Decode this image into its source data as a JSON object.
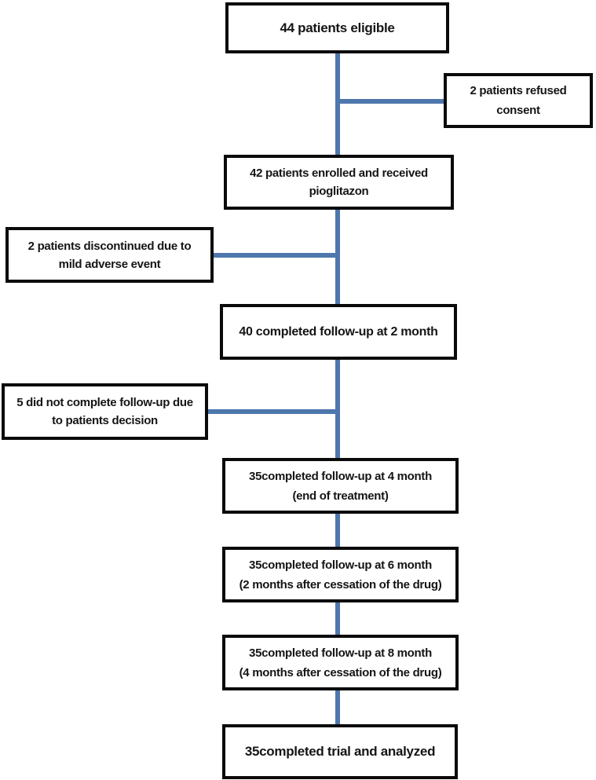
{
  "flowchart": {
    "kind": "patient-flow-diagram",
    "connector_color": "#4d77ad",
    "box_border_color": "#0a0a0a",
    "box_background": "#ffffff",
    "text_color": "#151515",
    "nodes": [
      {
        "id": "eligible",
        "lines": [
          "44 patients eligible",
          ""
        ]
      },
      {
        "id": "refused",
        "lines": [
          "2 patients refused",
          "consent"
        ]
      },
      {
        "id": "enrolled",
        "lines": [
          "42 patients  enrolled and received",
          "pioglitazon"
        ]
      },
      {
        "id": "discontinued",
        "lines": [
          "2 patients discontinued due to",
          "mild adverse event"
        ]
      },
      {
        "id": "followup2",
        "lines": [
          "40 completed follow-up at 2 month",
          ""
        ]
      },
      {
        "id": "decision",
        "lines": [
          "5 did not complete follow-up due",
          "to patients decision"
        ]
      },
      {
        "id": "followup4",
        "lines": [
          "35completed follow-up at 4 month",
          "(end of treatment)"
        ]
      },
      {
        "id": "followup6",
        "lines": [
          "35completed follow-up at 6 month",
          "(2 months after cessation of the drug)"
        ]
      },
      {
        "id": "followup8",
        "lines": [
          "35completed follow-up at 8 month",
          "(4 months after cessation of the drug)"
        ]
      },
      {
        "id": "analyzed",
        "lines": [
          "35completed trial and analyzed",
          ""
        ]
      }
    ],
    "edges": [
      {
        "from": "eligible",
        "to": "enrolled",
        "branch": "main"
      },
      {
        "from": "eligible",
        "to": "refused",
        "branch": "right-side"
      },
      {
        "from": "enrolled",
        "to": "followup2",
        "branch": "main"
      },
      {
        "from": "enrolled",
        "to": "discontinued",
        "branch": "left-side"
      },
      {
        "from": "followup2",
        "to": "followup4",
        "branch": "main"
      },
      {
        "from": "followup2",
        "to": "decision",
        "branch": "left-side"
      },
      {
        "from": "followup4",
        "to": "followup6",
        "branch": "main"
      },
      {
        "from": "followup6",
        "to": "followup8",
        "branch": "main"
      },
      {
        "from": "followup8",
        "to": "analyzed",
        "branch": "main"
      }
    ]
  }
}
